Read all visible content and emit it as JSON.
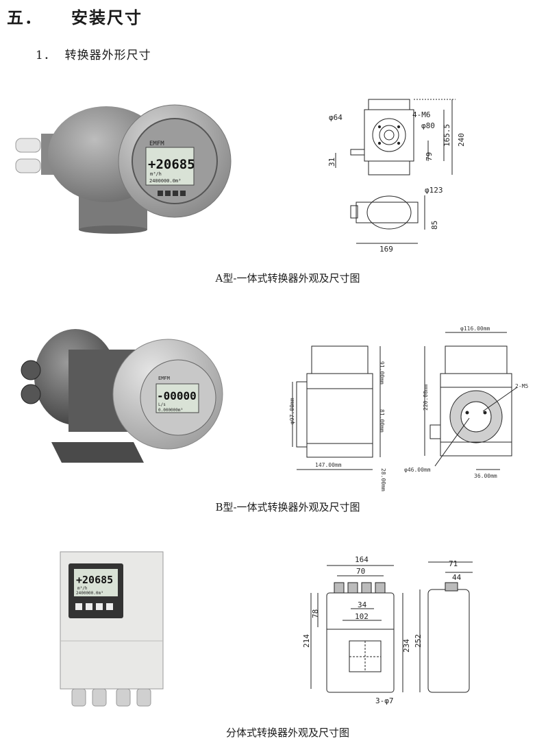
{
  "section": {
    "number": "五．",
    "title": "安装尺寸"
  },
  "subsection": {
    "number": "1．",
    "title": "转换器外形尺寸"
  },
  "figures": [
    {
      "caption": "A型-一体式转换器外观及尺寸图",
      "display": {
        "brand": "EMFM",
        "reading": "+20685",
        "unit": "m³/h",
        "sub": "2400000.0m³"
      },
      "dims": {
        "phi64": "φ64",
        "m6": "4-M6",
        "phi80": "φ80",
        "d79": "79",
        "d1655": "165.5",
        "d240": "240",
        "d31": "31",
        "phi123": "φ123",
        "d85": "85",
        "d169": "169"
      }
    },
    {
      "caption": "B型-一体式转换器外观及尺寸图",
      "display": {
        "brand": "EMFM",
        "reading": "-00000",
        "unit": "L/s",
        "sub": "0.000000m³"
      },
      "dims": {
        "d91": "91.00mm",
        "d81": "81.00mm",
        "d97": "φ97.00mm",
        "d147": "147.00mm",
        "d28": "28.00mm",
        "d116": "φ116.00mm",
        "d220": "220.00mm",
        "m5": "2-M5",
        "d46": "φ46.00mm",
        "d36": "36.00mm"
      }
    },
    {
      "caption": "分体式转换器外观及尺寸图",
      "display": {
        "reading": "+20685",
        "unit": "m³/h",
        "sub": "2400000.0m³"
      },
      "dims": {
        "d164": "164",
        "d70": "70",
        "d34": "34",
        "d102": "102",
        "d78": "78",
        "d214": "214",
        "d234": "234",
        "phi7": "3-φ7",
        "d71": "71",
        "d44": "44",
        "d252": "252"
      }
    }
  ]
}
